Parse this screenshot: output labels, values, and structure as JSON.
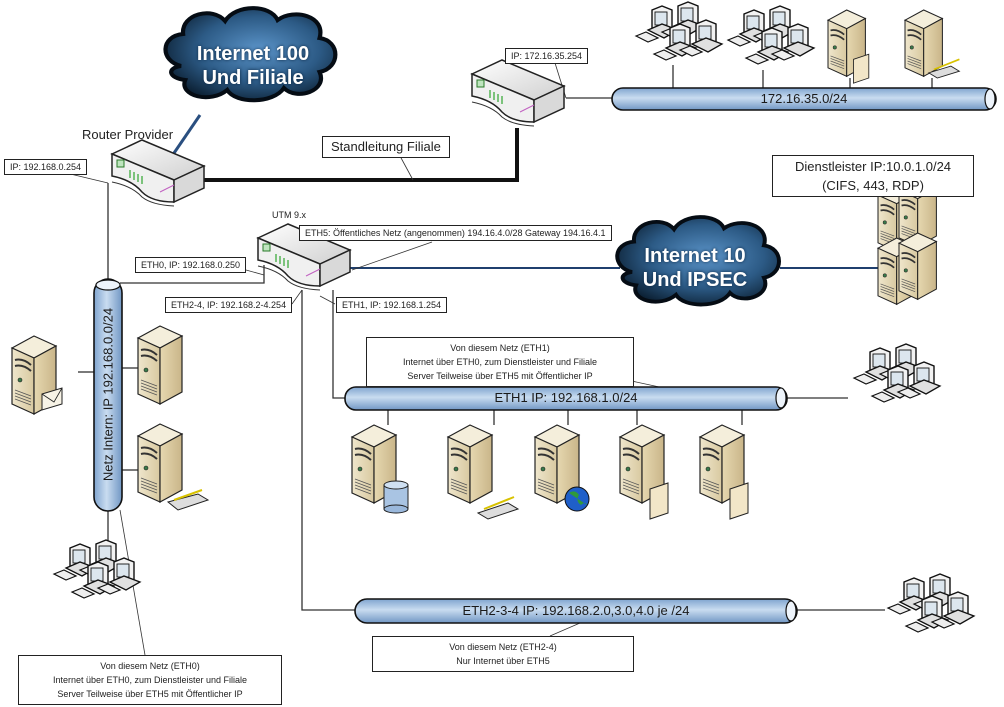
{
  "clouds": {
    "internet100": {
      "line1": "Internet 100",
      "line2": "Und Filiale"
    },
    "internet10": {
      "line1": "Internet 10",
      "line2": "Und IPSEC"
    }
  },
  "routers": {
    "provider": {
      "title": "Router Provider",
      "ip_label": "IP: 192.168.0.254"
    },
    "branch": {
      "ip_label": "IP: 172.16.35.254"
    },
    "utm": {
      "title": "UTM 9.x"
    }
  },
  "links": {
    "leased_line": "Standleitung Filiale"
  },
  "utm_ports": {
    "eth5": "ETH5: Öffentliches Netz (angenommen) 194.16.4.0/28 Gateway 194.16.4.1",
    "eth0": "ETH0, IP: 192.168.0.250",
    "eth2_4": "ETH2-4, IP: 192.168.2-4.254",
    "eth1": "ETH1, IP: 192.168.1.254"
  },
  "service_provider": {
    "line1": "Dienstleister IP:10.0.1.0/24",
    "line2": "(CIFS, 443, RDP)"
  },
  "networks": {
    "branch": {
      "label": "172.16.35.0/24"
    },
    "internal": {
      "label": "Netz Intern: IP 192.168.0.0/24"
    },
    "eth1": {
      "label": "ETH1 IP: 192.168.1.0/24"
    },
    "eth2_4": {
      "label": "ETH2-3-4 IP: 192.168.2.0,3.0,4.0 je /24"
    }
  },
  "notes": {
    "eth1": [
      "Von diesem Netz (ETH1)",
      "Internet über ETH0, zum Dienstleister und Filiale",
      "Server Teilweise über ETH5 mit Öffentlicher IP"
    ],
    "eth0": [
      "Von diesem Netz (ETH0)",
      "Internet über ETH0, zum Dienstleister und Filiale",
      "Server Teilweise über ETH5 mit Öffentlicher IP"
    ],
    "eth2_4": [
      "Von diesem Netz (ETH2-4)",
      "Nur Internet über ETH5"
    ]
  },
  "icons": {
    "server_badges": [
      "mail",
      "none",
      "fax",
      "database",
      "fax",
      "globe",
      "folder",
      "folder",
      "folder",
      "fax"
    ],
    "workstation_groups": 6
  },
  "colors": {
    "cloud_dark": "#0d2236",
    "cloud_light": "#4d86bd",
    "pipe": "#a9c4e3",
    "wan_line": "#1f3f6e",
    "server": "#e9dfc4"
  }
}
